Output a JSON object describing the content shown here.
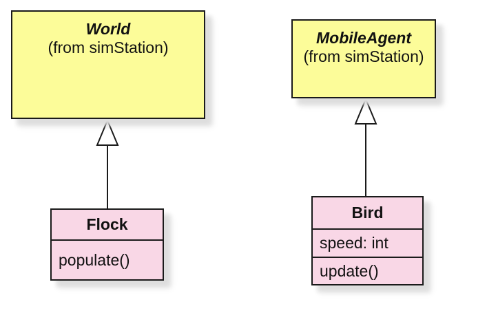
{
  "colors": {
    "background": "#ffffff",
    "abstract_fill": "#FCFC99",
    "class_fill": "#F9D7E6",
    "border": "#1a1a1a",
    "line": "#1a1a1a",
    "text": "#111111",
    "shadow": "#dedede"
  },
  "classes": [
    {
      "name": "World",
      "package_note": "(from simStation)",
      "abstract": true,
      "attributes": [],
      "methods": []
    },
    {
      "name": "MobileAgent",
      "package_note": "(from simStation)",
      "abstract": true,
      "attributes": [],
      "methods": []
    },
    {
      "name": "Flock",
      "abstract": false,
      "attributes": [],
      "methods": [
        "populate()"
      ]
    },
    {
      "name": "Bird",
      "abstract": false,
      "attributes": [
        "speed: int"
      ],
      "methods": [
        "update()"
      ]
    }
  ],
  "relationships": [
    {
      "type": "generalization",
      "from": "Flock",
      "to": "World"
    },
    {
      "type": "generalization",
      "from": "Bird",
      "to": "MobileAgent"
    }
  ]
}
